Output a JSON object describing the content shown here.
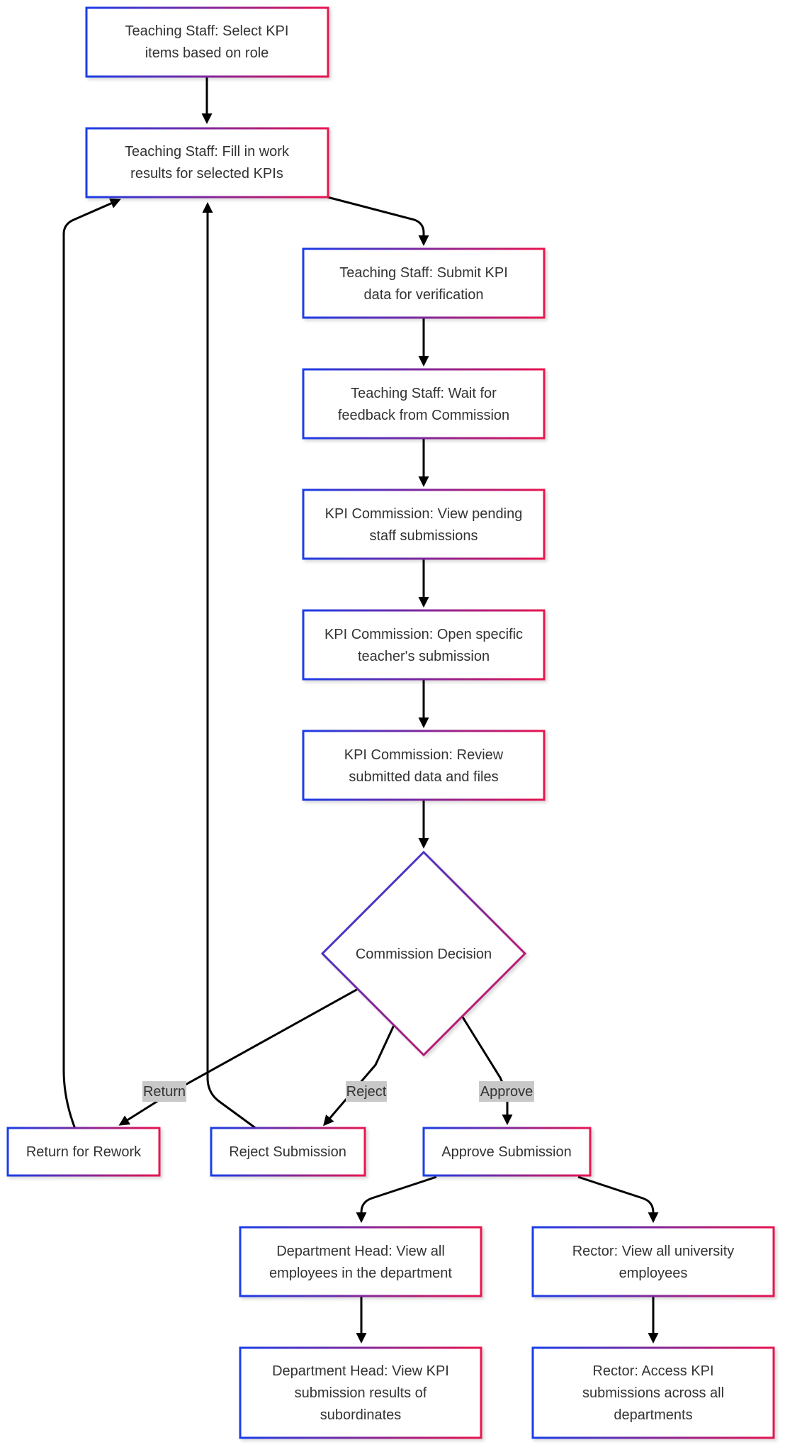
{
  "colors": {
    "gradient_start": "#1a3de8",
    "gradient_end": "#e8134f",
    "edge": "#000000",
    "label_bg": "#c8c8c8",
    "text": "#333333"
  },
  "nodes": {
    "select_kpi": [
      "Teaching Staff: Select KPI",
      "items based on role"
    ],
    "fill_results": [
      "Teaching Staff: Fill in work",
      "results for selected KPIs"
    ],
    "submit_kpi": [
      "Teaching Staff: Submit KPI",
      "data for verification"
    ],
    "wait_feedback": [
      "Teaching Staff: Wait for",
      "feedback from Commission"
    ],
    "view_pending": [
      "KPI Commission: View pending",
      "staff submissions"
    ],
    "open_submission": [
      "KPI Commission: Open specific",
      "teacher's submission"
    ],
    "review_data": [
      "KPI Commission: Review",
      "submitted data and files"
    ],
    "decision": [
      "Commission Decision"
    ],
    "return_rework": [
      "Return for Rework"
    ],
    "reject": [
      "Reject Submission"
    ],
    "approve": [
      "Approve Submission"
    ],
    "dept_head_view_all": [
      "Department Head: View all",
      "employees in the department"
    ],
    "rector_view_all": [
      "Rector: View all university",
      "employees"
    ],
    "dept_head_view_kpi": [
      "Department Head: View KPI",
      "submission results of",
      "subordinates"
    ],
    "rector_access_kpi": [
      "Rector: Access KPI",
      "submissions across all",
      "departments"
    ]
  },
  "edge_labels": {
    "return": "Return",
    "reject": "Reject",
    "approve": "Approve"
  }
}
